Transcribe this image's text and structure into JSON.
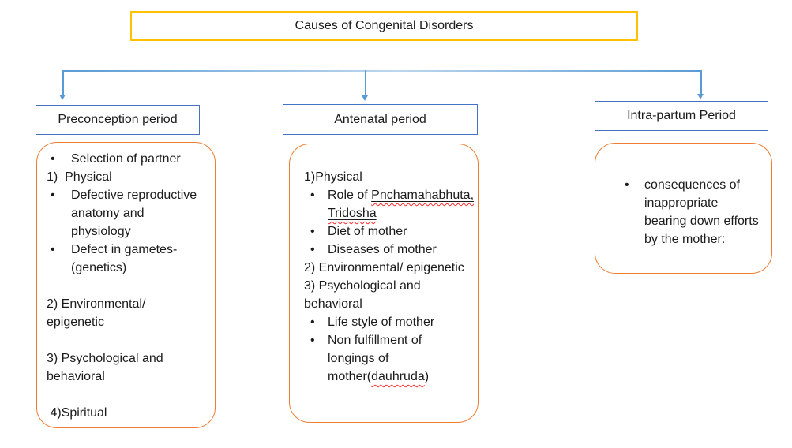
{
  "glyphs": {
    "bullet": "•"
  },
  "colors": {
    "title_border": "#FFC000",
    "header_border": "#4472C4",
    "content_border": "#ED7D31",
    "connector": "#5B9BD5",
    "connector_light": "#BDD7EE",
    "spellcheck": "#FF2A2A",
    "text": "#1B1B1B"
  },
  "title_box": {
    "label": "Causes of Congenital Disorders"
  },
  "columns": [
    {
      "header": "Preconception period",
      "items": [
        {
          "kind": "bullet",
          "text": "Selection of partner"
        },
        {
          "kind": "plain",
          "text": "1)  Physical"
        },
        {
          "kind": "bullet",
          "text": "Defective reproductive\nanatomy and\nphysiology"
        },
        {
          "kind": "bullet",
          "text": "Defect in gametes-\n(genetics)"
        },
        {
          "kind": "plain",
          "text": "2) Environmental/\nepigenetic"
        },
        {
          "kind": "plain",
          "text": "3) Psychological and\nbehavioral"
        },
        {
          "kind": "plain",
          "text": " 4)Spiritual"
        }
      ]
    },
    {
      "header": "Antenatal period",
      "items": [
        {
          "kind": "plain",
          "text": "1)Physical"
        },
        {
          "kind": "bullet",
          "segments": [
            "Role of ",
            "Pnchamahabhuta,",
            "Tridosha"
          ]
        },
        {
          "kind": "bullet",
          "text": "Diet of mother"
        },
        {
          "kind": "bullet",
          "text": "Diseases of mother"
        },
        {
          "kind": "plain",
          "text": "2) Environmental/ epigenetic"
        },
        {
          "kind": "plain",
          "text": "3) Psychological and\nbehavioral"
        },
        {
          "kind": "bullet",
          "text": "Life style of mother"
        },
        {
          "kind": "bullet",
          "segments": [
            "Non fulfillment of\nlongings of\nmother(",
            "dauhruda",
            ")"
          ]
        }
      ]
    },
    {
      "header": "Intra-partum Period",
      "items": [
        {
          "kind": "bullet",
          "text": "consequences of\ninappropriate\nbearing down efforts\nby the mother:"
        }
      ]
    }
  ]
}
